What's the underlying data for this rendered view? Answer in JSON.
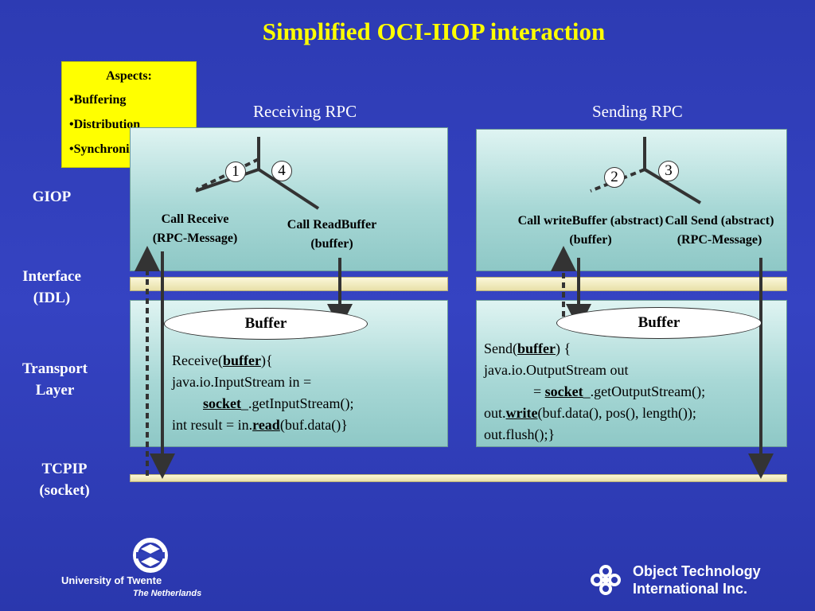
{
  "title": "Simplified OCI-IIOP interaction",
  "aspects": {
    "heading": "Aspects:",
    "items": [
      "•Buffering",
      "•Distribution",
      "•Synchronization"
    ]
  },
  "columns": {
    "receiving": "Receiving RPC",
    "sending": "Sending RPC"
  },
  "layers": {
    "giop": "GIOP",
    "interface_1": "Interface",
    "interface_2": "(IDL)",
    "transport_1": "Transport",
    "transport_2": "Layer",
    "tcpip_1": "TCPIP",
    "tcpip_2": "(socket)"
  },
  "receiving": {
    "step_a": "1",
    "step_b": "4",
    "call_receive_1": "Call Receive",
    "call_receive_2": "(RPC-Message)",
    "call_readbuffer_1": "Call ReadBuffer",
    "call_readbuffer_2": "(buffer)",
    "buffer": "Buffer",
    "code": {
      "l1_pre": "Receive(",
      "l1_kw": "buffer",
      "l1_post": "){",
      "l2": "java.io.InputStream in =",
      "l3_kw": "socket",
      "l3_post": "_.getInputStream();",
      "l4_pre": "int result = in.",
      "l4_kw": "read",
      "l4_post": "(buf.data()}"
    }
  },
  "sending": {
    "step_a": "2",
    "step_b": "3",
    "call_write_1": "Call writeBuffer (abstract)",
    "call_write_2": "(buffer)",
    "call_send_1": "Call Send (abstract)",
    "call_send_2": "(RPC-Message)",
    "buffer": "Buffer",
    "code": {
      "l1_pre": "Send(",
      "l1_kw": "buffer",
      "l1_post": ") {",
      "l2": "java.io.OutputStream out",
      "l3_pre": "= ",
      "l3_kw": "socket",
      "l3_post": "_.getOutputStream();",
      "l4_pre": "out.",
      "l4_kw": "write",
      "l4_post": "(buf.data(), pos(), length());",
      "l5": "out.flush();}"
    }
  },
  "footer": {
    "university": "University of Twente",
    "country": "The Netherlands",
    "oti_1": "Object Technology",
    "oti_2": "International Inc."
  },
  "colors": {
    "background": "#3040b8",
    "title": "#ffff00",
    "aspects_bg": "#ffff00",
    "arrow": "#333333"
  }
}
